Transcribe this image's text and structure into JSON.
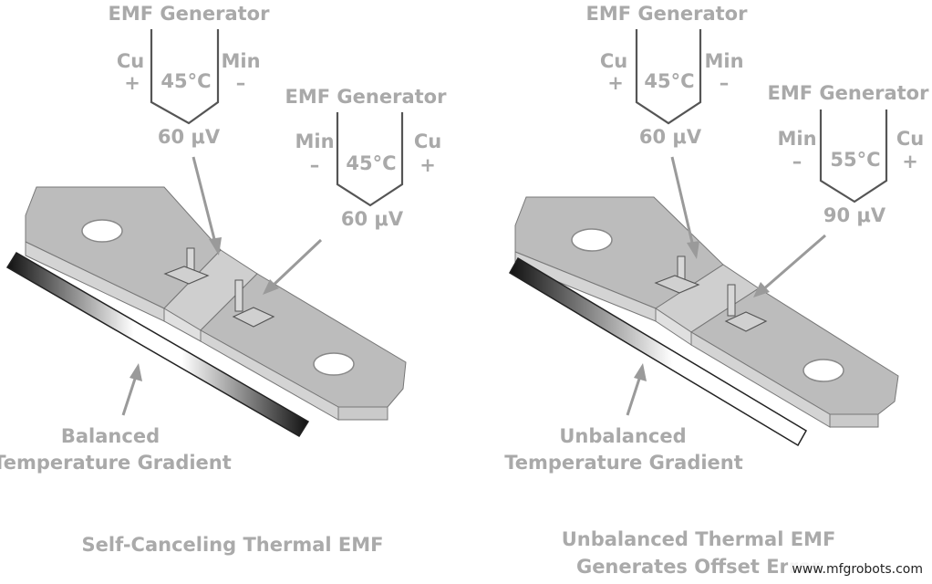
{
  "left": {
    "gen1": {
      "title": "EMF Generator",
      "left_metal": "Cu",
      "left_sign": "+",
      "temp": "45°C",
      "right_metal": "Min",
      "right_sign": "–",
      "voltage": "60 μV"
    },
    "gen2": {
      "title": "EMF Generator",
      "left_metal": "Min",
      "left_sign": "–",
      "temp": "45°C",
      "right_metal": "Cu",
      "right_sign": "+",
      "voltage": "60 μV"
    },
    "gradient_label": [
      "Balanced",
      "Temperature Gradient"
    ],
    "caption": [
      "Self-Canceling Thermal EMF"
    ]
  },
  "right": {
    "gen1": {
      "title": "EMF Generator",
      "left_metal": "Cu",
      "left_sign": "+",
      "temp": "45°C",
      "right_metal": "Min",
      "right_sign": "–",
      "voltage": "60 μV"
    },
    "gen2": {
      "title": "EMF Generator",
      "left_metal": "Min",
      "left_sign": "–",
      "temp": "55°C",
      "right_metal": "Cu",
      "right_sign": "+",
      "voltage": "90 μV"
    },
    "gradient_label": [
      "Unbalanced",
      "Temperature Gradient"
    ],
    "caption": [
      "Unbalanced Thermal EMF",
      "Generates Offset Error"
    ]
  },
  "watermark": "www.mfgrobots.com"
}
